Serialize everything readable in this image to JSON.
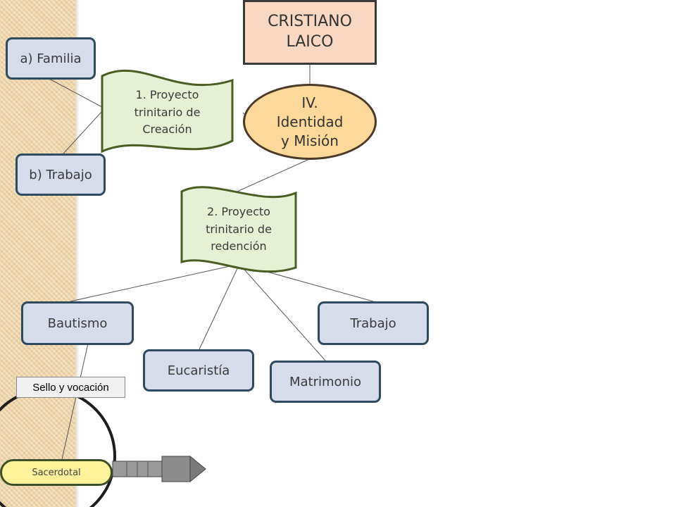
{
  "title": [
    "CRISTIANO",
    "LAICO"
  ],
  "identity": [
    "IV.",
    "Identidad",
    "y Misión"
  ],
  "project1": [
    "1. Proyecto",
    "trinitario de",
    "Creación"
  ],
  "project2": [
    "2. Proyecto",
    "trinitario de",
    "redención"
  ],
  "familia": "a) Familia",
  "trabajo_b": "b) Trabajo",
  "bautismo": "Bautismo",
  "eucaristia": "Eucaristía",
  "matrimonio": "Matrimonio",
  "trabajo": "Trabajo",
  "sello": "Sello y vocación",
  "sacerdotal": "Sacerdotal",
  "colors": {
    "title_fill": "#f9d8c3",
    "identity_fill": "#fcd89a",
    "project_fill": "#e6f0d4",
    "box_fill": "#d7dcea",
    "box_border": "#2f4a5e",
    "sacerdotal_fill": "#fff29a"
  }
}
